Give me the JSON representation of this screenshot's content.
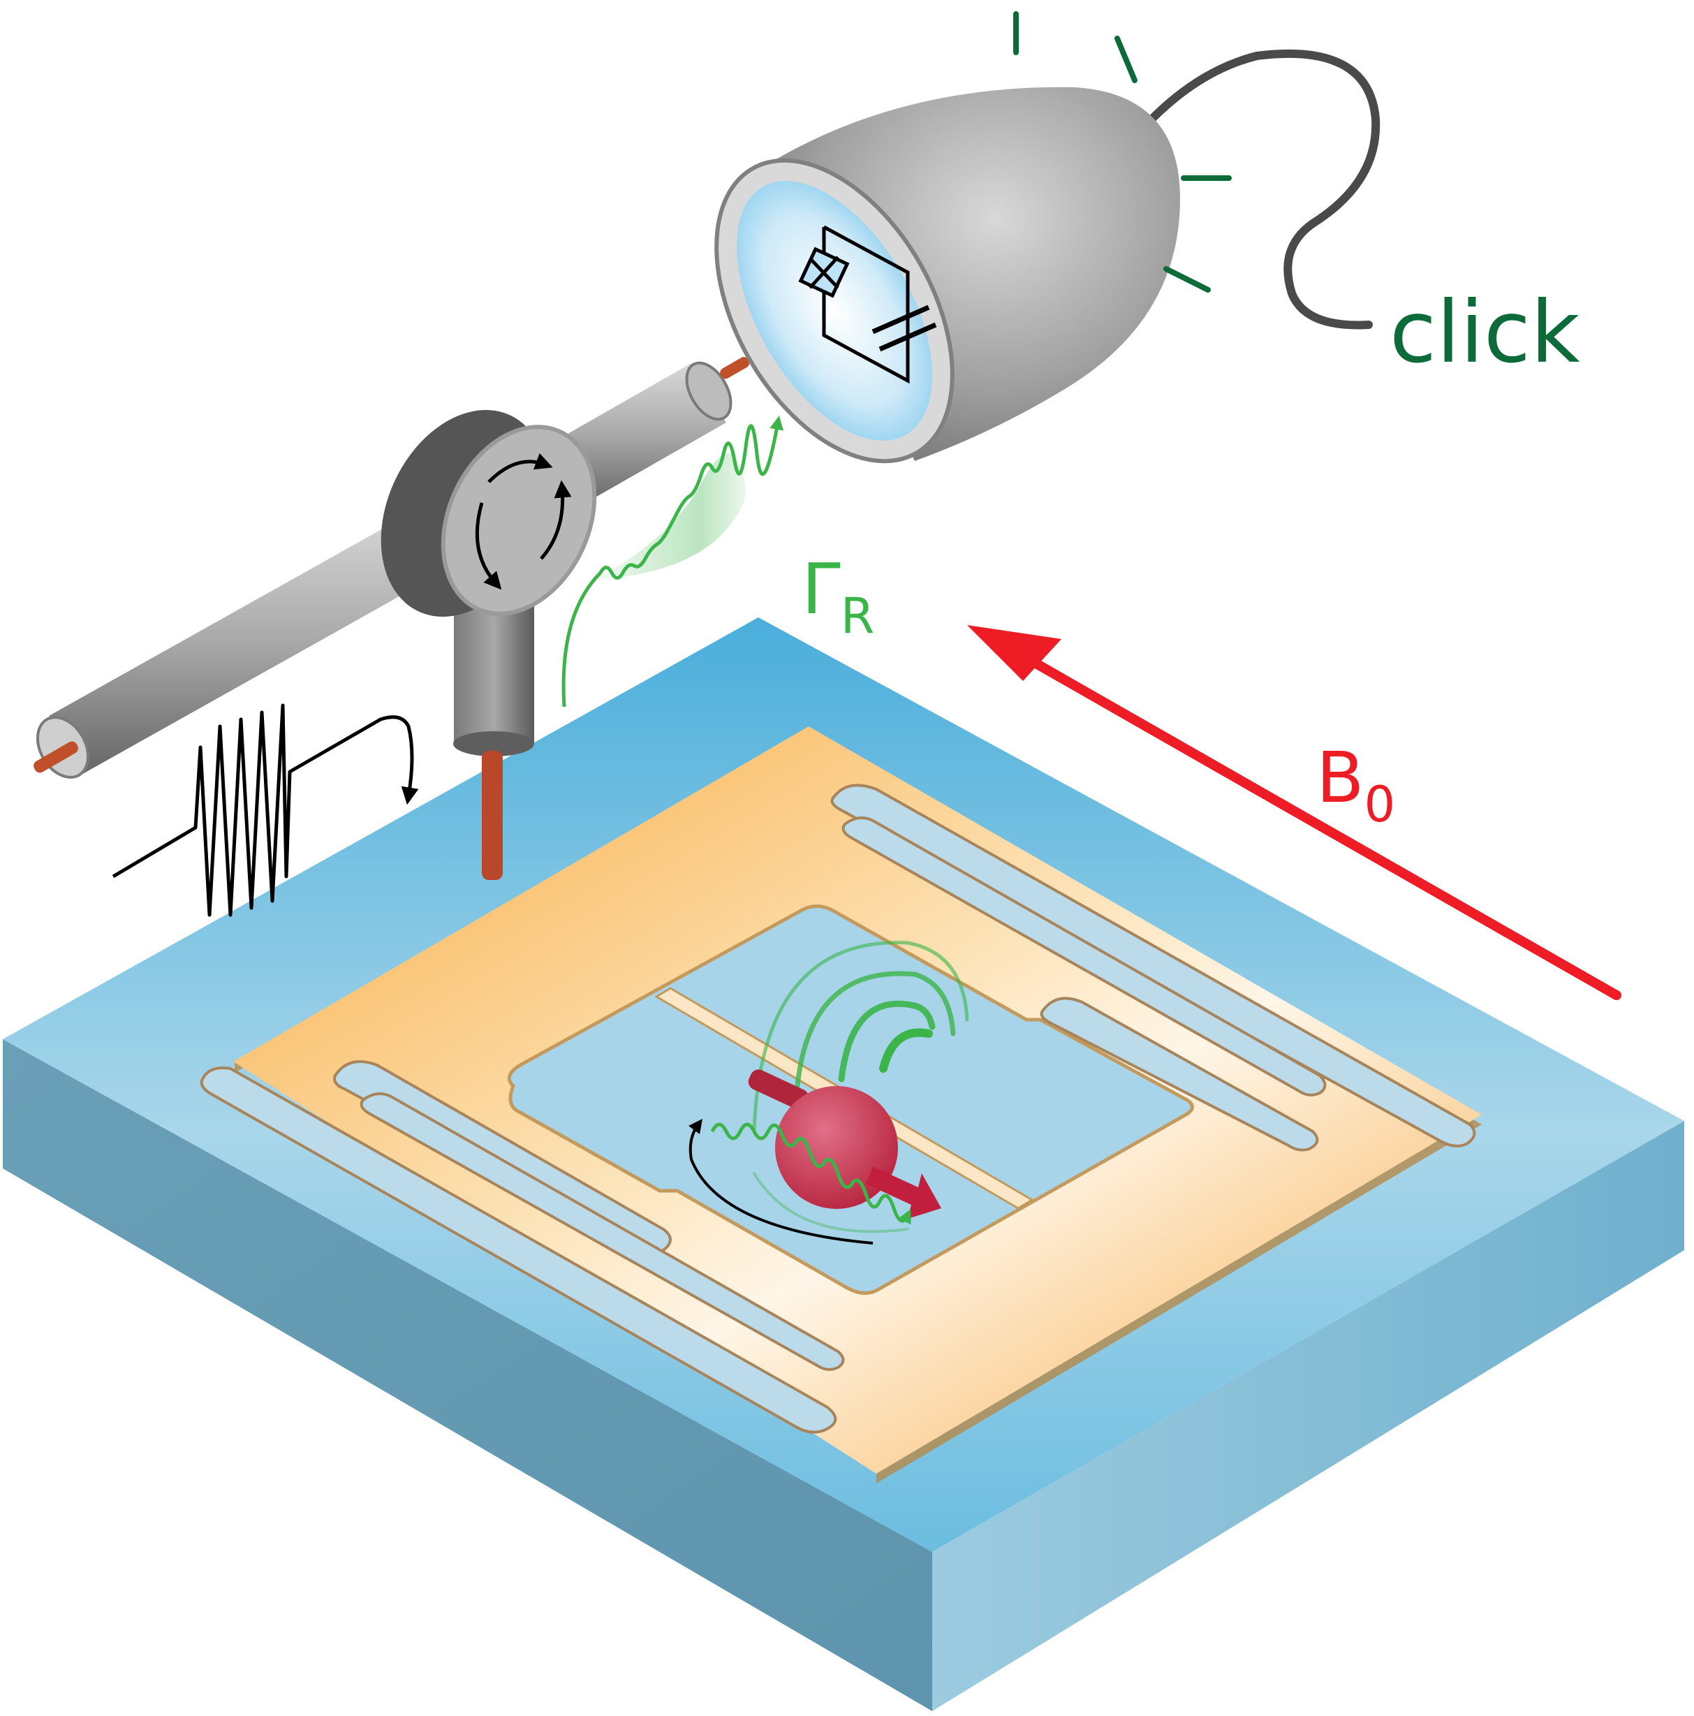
{
  "labels": {
    "click": "click",
    "gamma": "Γ",
    "gamma_sub": "R",
    "field": "B",
    "field_sub": "0"
  },
  "colors": {
    "substrate_top": "#6cb9dd",
    "substrate_left": "#6c9eb6",
    "substrate_right": "#7fb7cf",
    "gold": "#f8ae43",
    "detector_body": "#9b9b9b",
    "detector_window": "#bfe3f6",
    "photon_green": "#3bb44a",
    "click_green": "#0d6b3a",
    "field_red": "#ee1c25",
    "spin_red": "#cc3a55",
    "pin_copper": "#c0502a",
    "ink": "#000000"
  },
  "icons": {
    "detector": "photon-detector-icon",
    "circulator": "circulator-icon",
    "junction_symbol": "josephson-junction-icon",
    "capacitor_symbol": "capacitor-icon"
  }
}
